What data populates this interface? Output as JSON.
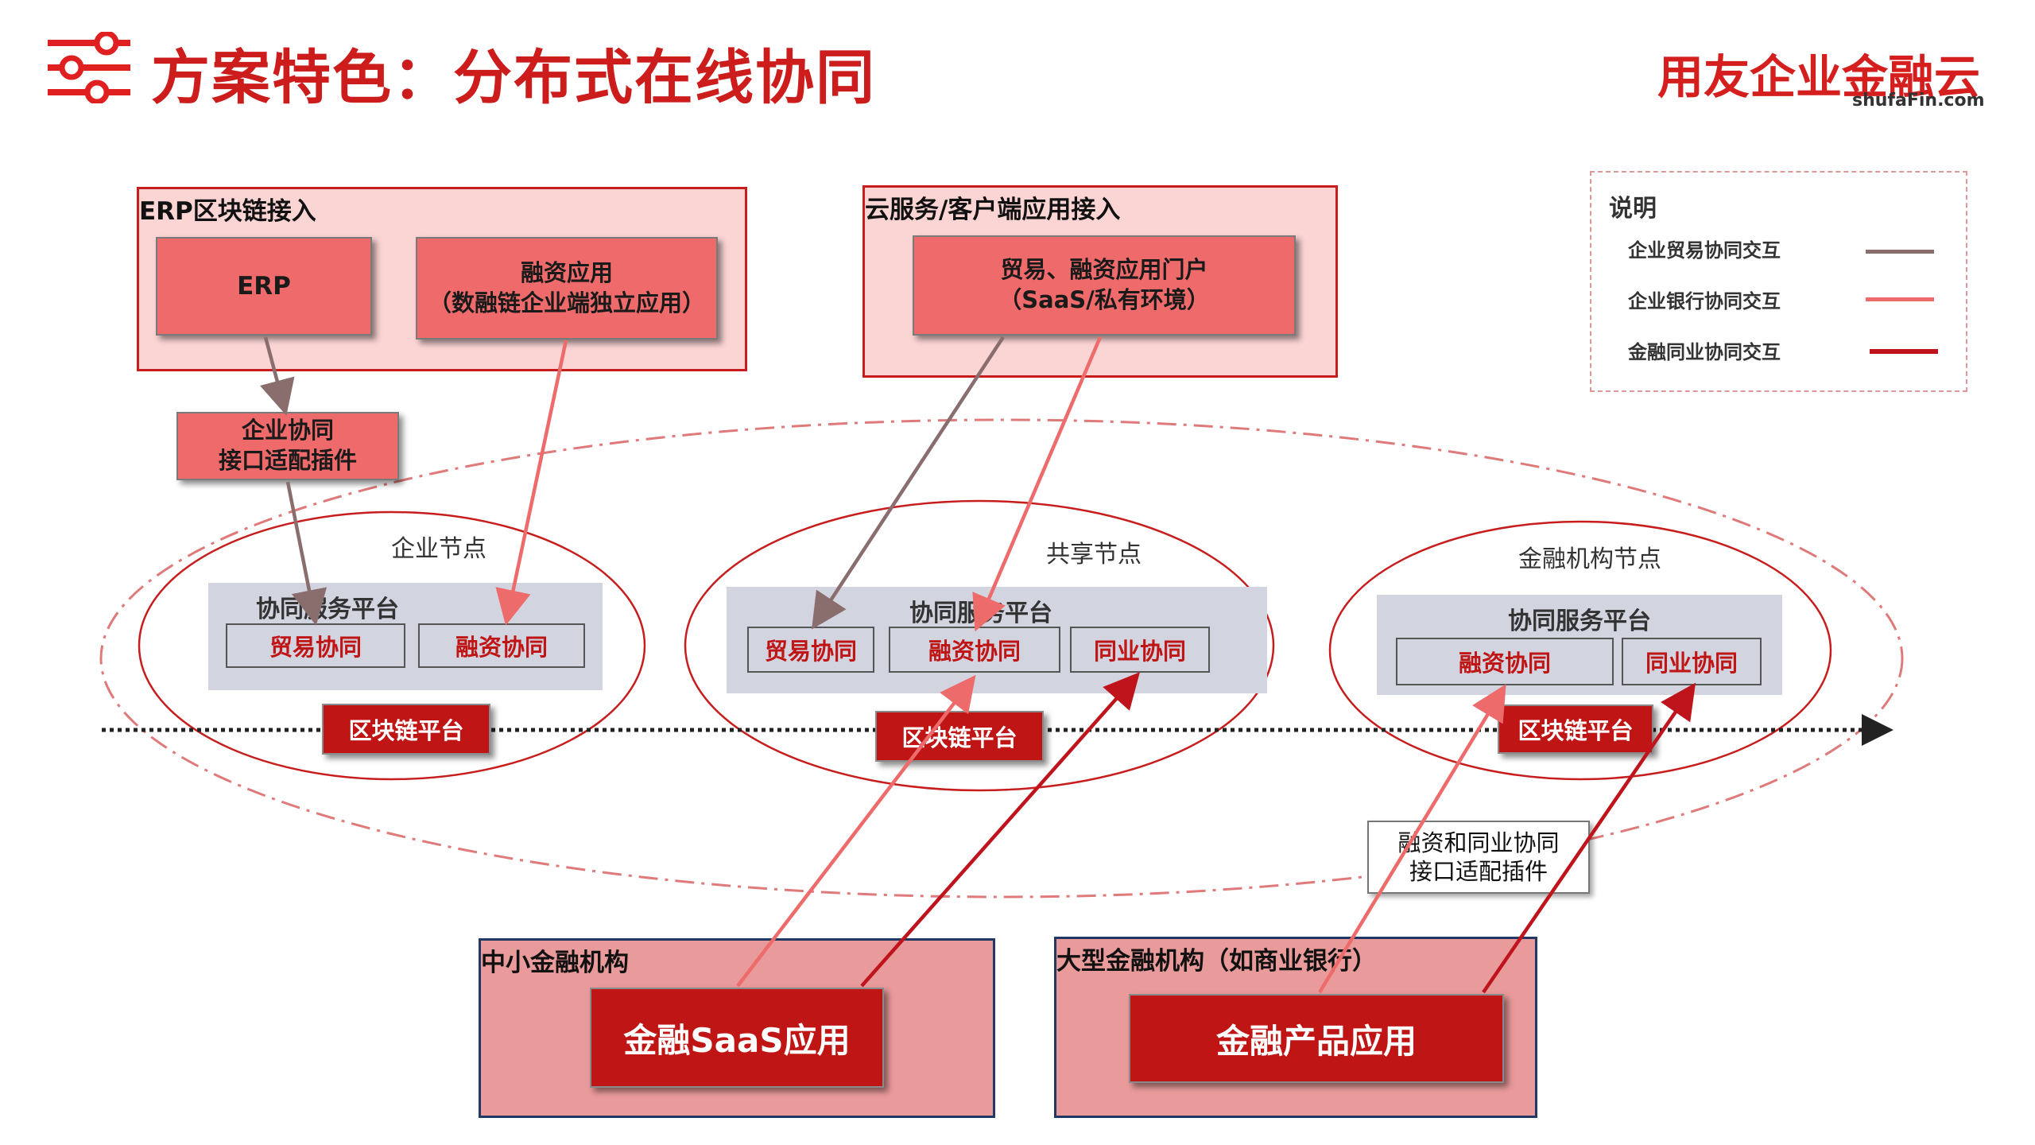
{
  "header": {
    "title": "方案特色：分布式在线协同",
    "logo_main": "用友企业金融云",
    "logo_sub": "shufaFin.com",
    "icon": "sliders-icon"
  },
  "groups": {
    "erp": {
      "label": "ERP区块链接入",
      "box1": "ERP",
      "box2": "融资应用\n（数融链企业端独立应用）"
    },
    "cloud": {
      "label": "云服务/客户端应用接入",
      "box1": "贸易、融资应用门户\n（SaaS/私有环境）"
    },
    "small": {
      "label": "中小金融机构",
      "box1": "金融SaaS应用"
    },
    "large": {
      "label": "大型金融机构（如商业银行）",
      "box1": "金融产品应用"
    }
  },
  "plugins": {
    "enterprise": "企业协同\n接口适配插件",
    "finance": "融资和同业协同\n接口适配插件"
  },
  "nodes": {
    "enterprise": {
      "label": "企业节点",
      "platform": "协同服务平台",
      "items": [
        "贸易协同",
        "融资协同"
      ],
      "chain": "区块链平台"
    },
    "shared": {
      "label": "共享节点",
      "platform": "协同服务平台",
      "items": [
        "贸易协同",
        "融资协同",
        "同业协同"
      ],
      "chain": "区块链平台"
    },
    "finance": {
      "label": "金融机构节点",
      "platform": "协同服务平台",
      "items": [
        "融资协同",
        "同业协同"
      ],
      "chain": "区块链平台"
    }
  },
  "legend": {
    "title": "说明",
    "items": [
      {
        "label": "企业贸易协同交互",
        "color": "#8a6e6e"
      },
      {
        "label": "企业银行协同交互",
        "color": "#ee6b6b"
      },
      {
        "label": "金融同业协同交互",
        "color": "#c0141c"
      }
    ]
  },
  "colors": {
    "accent": "#cc1c1c",
    "trade_line": "#8a6e6e",
    "bank_line": "#ee6b6b",
    "peer_line": "#c0141c"
  }
}
